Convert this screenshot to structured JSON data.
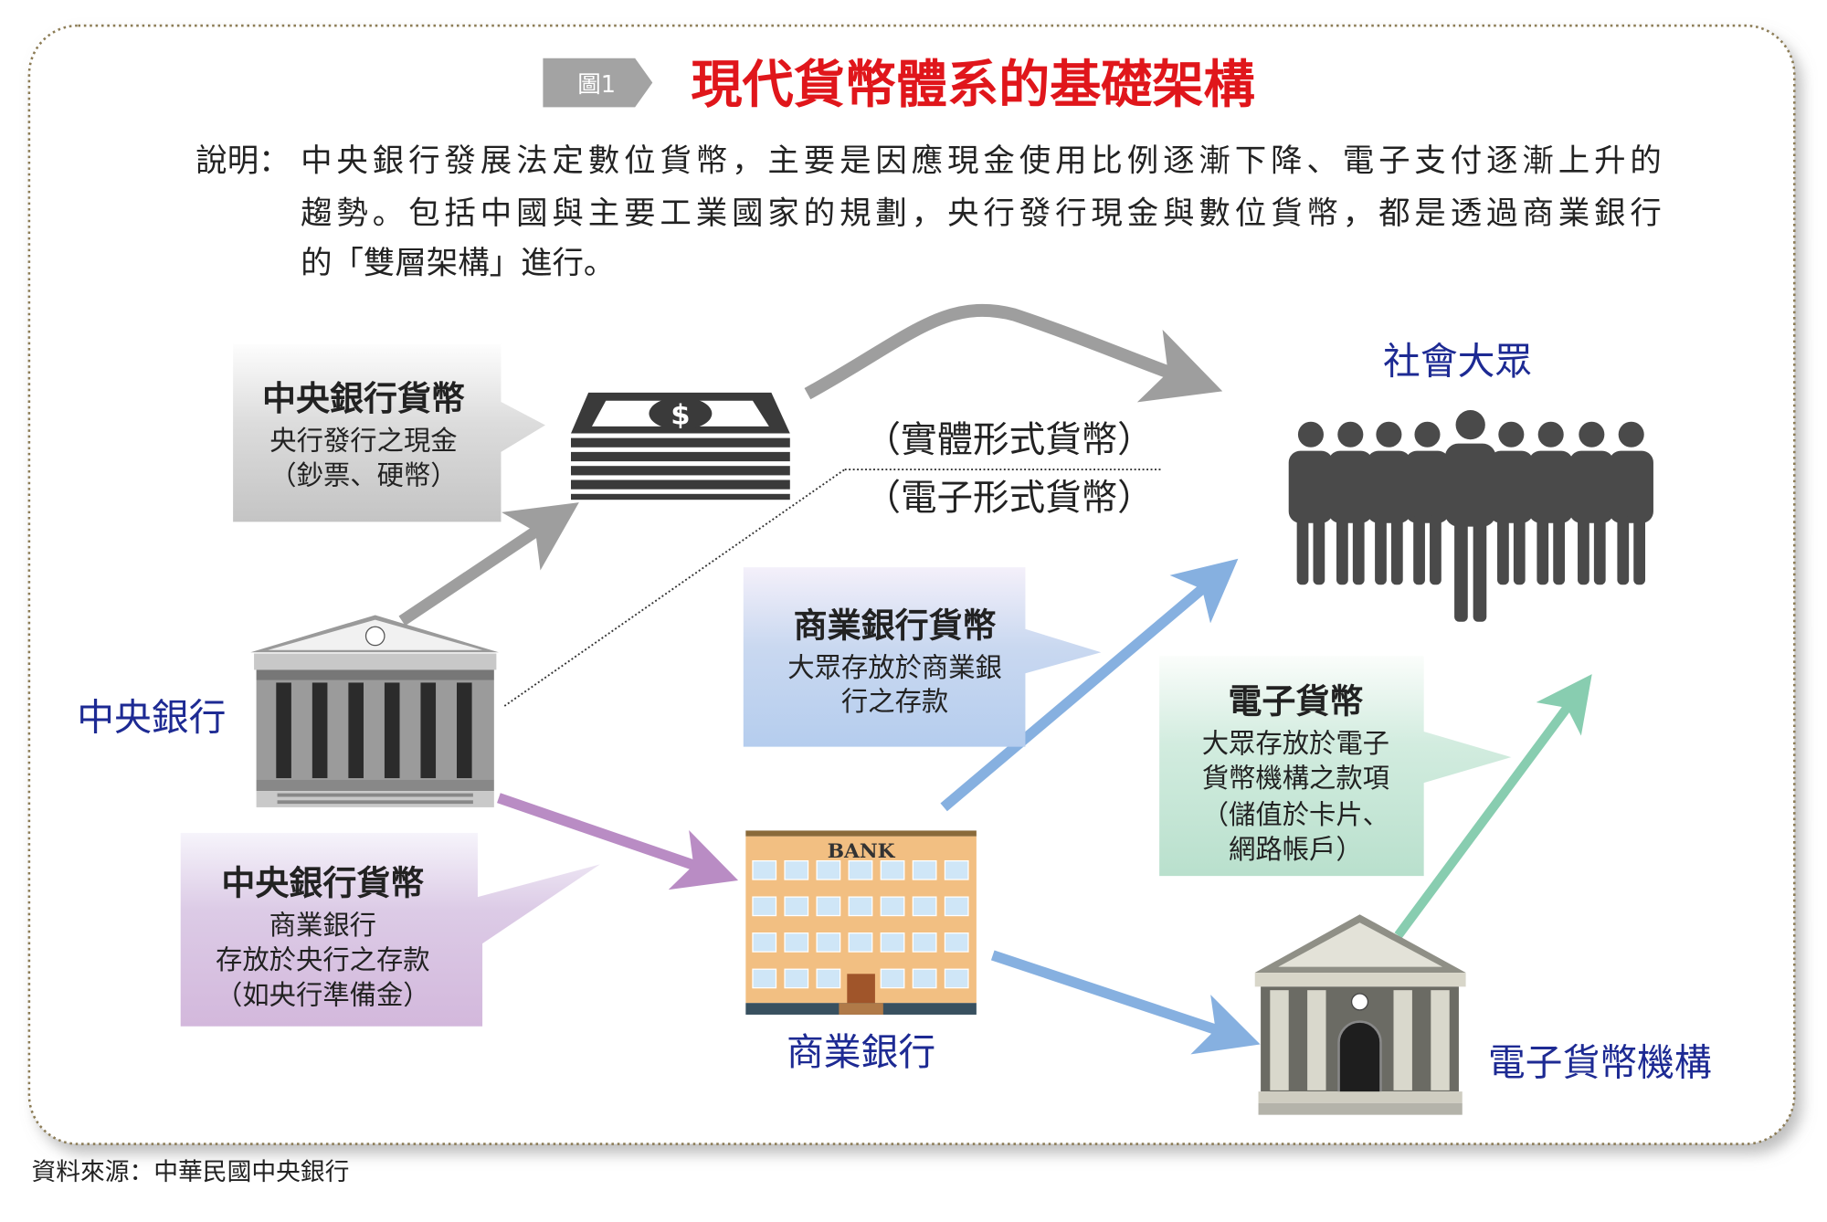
{
  "figure_label": "圖1",
  "title": "現代貨幣體系的基礎架構",
  "description": {
    "prefix": "說明：",
    "lines": [
      "中央銀行發展法定數位貨幣，主要是因應現金使用比例逐漸下降、電子支付逐漸上升的",
      "趨勢。包括中國與主要工業國家的規劃，央行發行現金與數位貨幣，都是透過商業銀行",
      "的「雙層架構」進行。"
    ]
  },
  "callouts": {
    "cash": {
      "title": "中央銀行貨幣",
      "lines": [
        "央行發行之現金",
        "（鈔票、硬幣）"
      ]
    },
    "deposits": {
      "title": "商業銀行貨幣",
      "lines": [
        "大眾存放於商業銀",
        "行之存款"
      ]
    },
    "emoney": {
      "title": "電子貨幣",
      "lines": [
        "大眾存放於電子",
        "貨幣機構之款項",
        "（儲值於卡片、",
        "網路帳戶）"
      ]
    },
    "reserves": {
      "title": "中央銀行貨幣",
      "lines": [
        "商業銀行",
        "存放於央行之存款",
        "（如央行準備金）"
      ]
    }
  },
  "form_labels": {
    "physical": "（實體形式貨幣）",
    "electronic": "（電子形式貨幣）"
  },
  "entities": {
    "public": "社會大眾",
    "central_bank": "中央銀行",
    "commercial_bank": "商業銀行",
    "emoney_institution": "電子貨幣機構",
    "bank_sign": "BANK"
  },
  "source": "資料來源：中華民國中央銀行",
  "colors": {
    "title": "#e0161b",
    "entity": "#1d2a93",
    "gray_arrow": "#9e9e9e",
    "blue_arrow": "#86b0e0",
    "green_arrow": "#88cdb0",
    "purple_arrow": "#b98cc4"
  }
}
